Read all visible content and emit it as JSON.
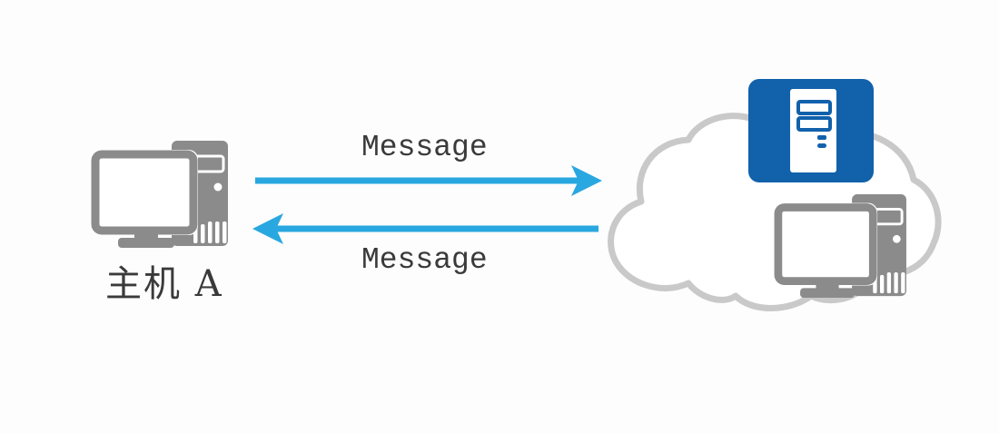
{
  "diagram": {
    "host": {
      "label": "主机 A",
      "icon": "desktop-computer-icon"
    },
    "flows": [
      {
        "label": "Message",
        "direction": "right"
      },
      {
        "label": "Message",
        "direction": "left"
      }
    ],
    "cloud": {
      "icon": "cloud-icon",
      "nodes": [
        {
          "icon": "server-icon"
        },
        {
          "icon": "desktop-computer-icon"
        }
      ]
    }
  },
  "colors": {
    "arrow_blue": "#29a7e0",
    "icon_gray": "#8b8b8b",
    "server_blue": "#1161ab",
    "cloud_stroke": "#c9c9c9",
    "text_dark": "#3a3a3a",
    "background": "#fdfdfd"
  }
}
